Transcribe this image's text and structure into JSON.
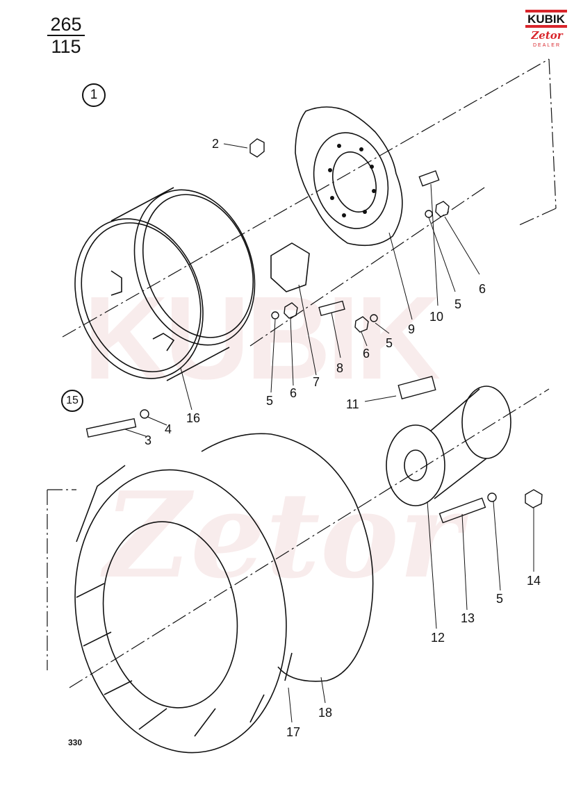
{
  "header": {
    "page_top": "265",
    "page_bottom": "115"
  },
  "logo": {
    "brand": "KUBIK",
    "sub": "Zetor",
    "dealer": "DEALER"
  },
  "figure_numbers": [
    "1",
    "15"
  ],
  "callouts": [
    "2",
    "10",
    "5",
    "6",
    "9",
    "5",
    "6",
    "7",
    "8",
    "6",
    "5",
    "16",
    "11",
    "3",
    "4",
    "12",
    "13",
    "5",
    "14",
    "17",
    "18"
  ],
  "footer": {
    "page_number": "330"
  },
  "colors": {
    "logo_red": "#d9252b",
    "watermark": "#f3dede"
  }
}
